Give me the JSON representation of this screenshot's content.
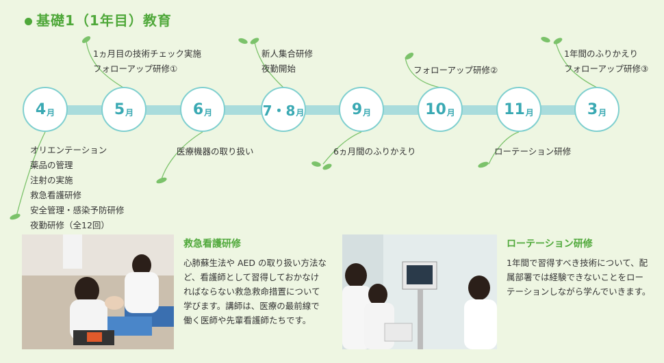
{
  "title": "基礎1（1年目）教育",
  "months": [
    {
      "num": "4",
      "unit": "月"
    },
    {
      "num": "5",
      "unit": "月"
    },
    {
      "num": "6",
      "unit": "月"
    },
    {
      "num": "7・8",
      "unit": "月"
    },
    {
      "num": "9",
      "unit": "月"
    },
    {
      "num": "10",
      "unit": "月"
    },
    {
      "num": "11",
      "unit": "月"
    },
    {
      "num": "3",
      "unit": "月"
    }
  ],
  "events": {
    "may_above": [
      "1ヵ月目の技術チェック実施",
      "フォローアップ研修①"
    ],
    "july_aug_above": [
      "新人集合研修",
      "夜勤開始"
    ],
    "oct_above": [
      "フォローアップ研修②"
    ],
    "mar_above": [
      "1年間のふりかえり",
      "フォローアップ研修③"
    ],
    "apr_below": [
      "オリエンテーション",
      "薬品の管理",
      "注射の実施",
      "救急看護研修",
      "安全管理・感染予防研修",
      "夜勤研修（全12回）"
    ],
    "jun_below": [
      "医療機器の取り扱い"
    ],
    "sep_below": [
      "6ヵ月間のふりかえり"
    ],
    "nov_below": [
      "ローテーション研修"
    ]
  },
  "sections": {
    "emergency": {
      "title": "救急看護研修",
      "body": "心肺蘇生法や AED の取り扱い方法など、看護師として習得しておかなければならない救急救命措置について学びます。講師は、医療の最前線で働く医師や先輩看護師たちです。"
    },
    "rotation": {
      "title": "ローテーション研修",
      "body": "1年間で習得すべき技術について、配属部署では経験できないことをローテーションしながら学んでいきます。"
    }
  }
}
